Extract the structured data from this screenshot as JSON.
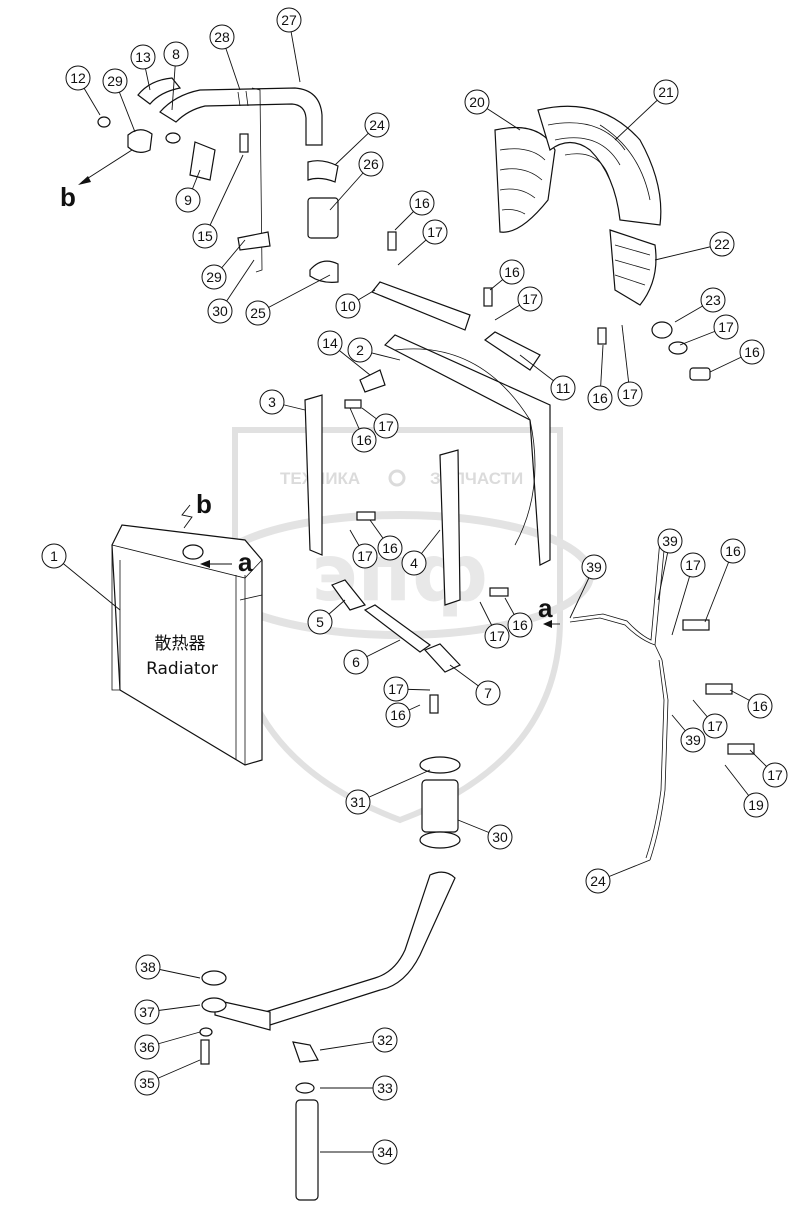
{
  "watermark": {
    "left": "ТЕХНИКА",
    "right": "ЗАПЧАСТИ",
    "logo": "эпф"
  },
  "radiator": {
    "label_cn": "散热器",
    "label_en": "Radiator"
  },
  "view_markers": {
    "a": "a",
    "b": "b"
  },
  "callouts": [
    {
      "n": "1"
    },
    {
      "n": "2"
    },
    {
      "n": "3"
    },
    {
      "n": "4"
    },
    {
      "n": "5"
    },
    {
      "n": "6"
    },
    {
      "n": "7"
    },
    {
      "n": "8"
    },
    {
      "n": "9"
    },
    {
      "n": "10"
    },
    {
      "n": "11"
    },
    {
      "n": "12"
    },
    {
      "n": "13"
    },
    {
      "n": "14"
    },
    {
      "n": "15"
    },
    {
      "n": "16"
    },
    {
      "n": "16"
    },
    {
      "n": "16"
    },
    {
      "n": "16"
    },
    {
      "n": "16"
    },
    {
      "n": "16"
    },
    {
      "n": "16"
    },
    {
      "n": "16"
    },
    {
      "n": "16"
    },
    {
      "n": "16"
    },
    {
      "n": "17"
    },
    {
      "n": "17"
    },
    {
      "n": "17"
    },
    {
      "n": "17"
    },
    {
      "n": "17"
    },
    {
      "n": "17"
    },
    {
      "n": "17"
    },
    {
      "n": "17"
    },
    {
      "n": "17"
    },
    {
      "n": "17"
    },
    {
      "n": "17"
    },
    {
      "n": "19"
    },
    {
      "n": "20"
    },
    {
      "n": "21"
    },
    {
      "n": "22"
    },
    {
      "n": "23"
    },
    {
      "n": "24"
    },
    {
      "n": "24"
    },
    {
      "n": "25"
    },
    {
      "n": "26"
    },
    {
      "n": "27"
    },
    {
      "n": "28"
    },
    {
      "n": "29"
    },
    {
      "n": "29"
    },
    {
      "n": "30"
    },
    {
      "n": "30"
    },
    {
      "n": "31"
    },
    {
      "n": "32"
    },
    {
      "n": "33"
    },
    {
      "n": "34"
    },
    {
      "n": "35"
    },
    {
      "n": "36"
    },
    {
      "n": "37"
    },
    {
      "n": "38"
    },
    {
      "n": "39"
    },
    {
      "n": "39"
    },
    {
      "n": "39"
    }
  ]
}
